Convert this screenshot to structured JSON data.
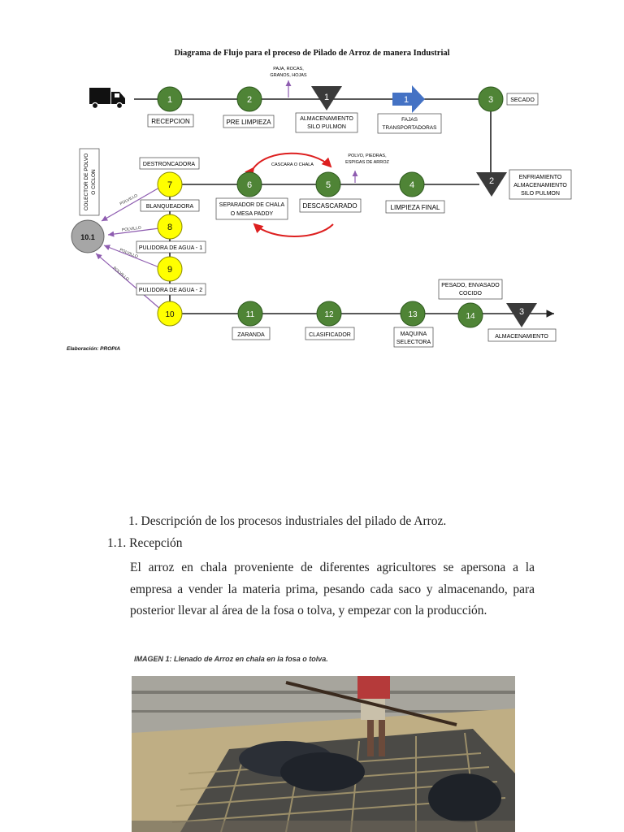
{
  "diagram": {
    "title": "Diagrama de Flujo para el proceso de Pilado de Arroz de manera Industrial",
    "credit": "Elaboración: PROPIA",
    "nodes": {
      "n1": "1",
      "n2": "2",
      "n3": "3",
      "n4": "4",
      "n5": "5",
      "n6": "6",
      "n7": "7",
      "n8": "8",
      "n9": "9",
      "n10": "10",
      "n11": "11",
      "n12": "12",
      "n13": "13",
      "n14": "14",
      "n101": "10.1",
      "storage1": "1",
      "storage2": "2",
      "storage3": "3",
      "transport1": "1"
    },
    "labels": {
      "recepcion": "RECEPCION",
      "prelimpieza": "PRE LIMPIEZA",
      "almacenamiento_silo_1": "ALMACENAMIENTO",
      "almacenamiento_silo_2": "SILO PULMON",
      "fajas_1": "FAJAS",
      "fajas_2": "TRANSPORTADORAS",
      "secado": "SECADO",
      "enfriamiento_1": "ENFRIAMIENTO",
      "enfriamiento_2": "ALMACENAMIENTO",
      "enfriamiento_3": "SILO PULMON",
      "limpieza_final": "LIMPIEZA FINAL",
      "descascarado": "DESCASCARADO",
      "separador_1": "SEPARADOR DE CHALA",
      "separador_2": "O MESA PADDY",
      "destroncadora": "DESTRONCADORA",
      "blanqueadora": "BLANQUEADORA",
      "pulidora_1": "PULIDORA DE AGUA - 1",
      "pulidora_2": "PULIDORA DE AGUA - 2",
      "zaranda": "ZARANDA",
      "clasificador": "CLASIFICADOR",
      "maquina_1": "MAQUINA",
      "maquina_2": "SELECTORA",
      "pesado_1": "PESADO, ENVASADO",
      "pesado_2": "COCIDO",
      "almacenamiento_final": "ALMACENAMIENTO",
      "colector_1": "COLECTOR DE POLVO",
      "colector_2": "O CICLON"
    },
    "annotations": {
      "paja_1": "PAJA, ROCAS,",
      "paja_2": "GRANOS, HOJAS",
      "cascara": "CASCARA O CHALA",
      "polvo_1": "POLVO, PIEDRAS,",
      "polvo_2": "ESPIGAS DE ARROZ",
      "polvillo": "POLVILLO"
    }
  },
  "document": {
    "heading_1": "1.   Descripción de los procesos industriales del pilado de Arroz.",
    "heading_2": "1.1. Recepción",
    "paragraph": "El arroz en chala proveniente de diferentes agricultores se apersona a la empresa a vender la materia prima, pesando cada saco y almacenando, para posterior llevar al área de la fosa o tolva, y empezar con la producción.",
    "caption": "IMAGEN 1: Llenado de Arroz en chala en la fosa o tolva."
  },
  "colors": {
    "green_node": "#4f8436",
    "yellow_node": "#ffff00",
    "gray_node": "#a6a6a6",
    "transport_blue": "#4472c4",
    "storage_dark": "#3a3a3a",
    "purple_line": "#8e5cb0",
    "red_arrow": "#dd1f1f"
  }
}
